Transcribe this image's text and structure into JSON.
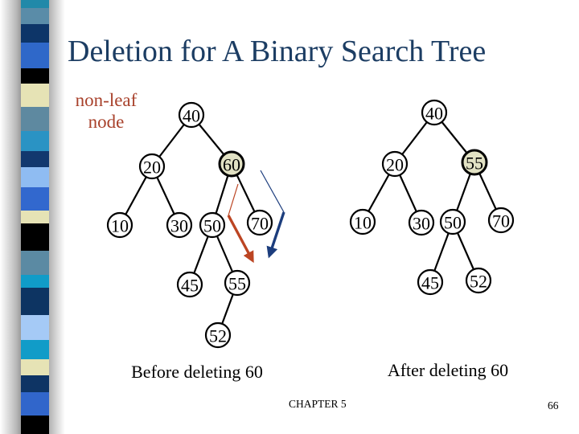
{
  "slide": {
    "title": "Deletion for A Binary Search Tree",
    "annotation": {
      "line1": "non-leaf",
      "line2": "node"
    },
    "captions": {
      "before": "Before deleting 60",
      "after": "After deleting 60"
    },
    "footer": {
      "chapter": "CHAPTER 5",
      "page": "66"
    }
  },
  "colors": {
    "title_navy": "#1c3d63",
    "annotation_red": "#a8412b",
    "node_stroke": "#000000",
    "node_fill": "#ffffff",
    "highlight_fill": "#e2e2c4",
    "arrow_orange": "#bc4523",
    "arrow_blue": "#1c3d7d"
  },
  "before_tree": {
    "highlighted": "60",
    "nodes": {
      "n40": "40",
      "n20": "20",
      "n60": "60",
      "n10": "10",
      "n30": "30",
      "n50": "50",
      "n70": "70",
      "n45": "45",
      "n55": "55",
      "n52": "52"
    }
  },
  "after_tree": {
    "highlighted": "55",
    "nodes": {
      "n40": "40",
      "n20": "20",
      "n55": "55",
      "n10": "10",
      "n30": "30",
      "n50": "50",
      "n70": "70",
      "n45": "45",
      "n52": "52"
    }
  },
  "sidebar": {
    "colors": [
      "#2189a9",
      "#5a8ca8",
      "#0d3568",
      "#2f68c9",
      "#000000",
      "#e6e3b5",
      "#5e89a0",
      "#2a93c4",
      "#12386e",
      "#8fbcf2",
      "#3268ce",
      "#e6e3b5",
      "#000000",
      "#5b8aa3",
      "#109cc8",
      "#0d3462",
      "#a5caf6",
      "#119cc8",
      "#e6e3b5",
      "#0e3464",
      "#3166cb",
      "#000000"
    ],
    "heights": [
      10,
      20,
      23,
      32,
      19,
      29,
      30,
      25,
      20,
      25,
      29,
      16,
      34,
      30,
      16,
      34,
      31,
      24,
      20,
      21,
      29,
      23
    ]
  }
}
